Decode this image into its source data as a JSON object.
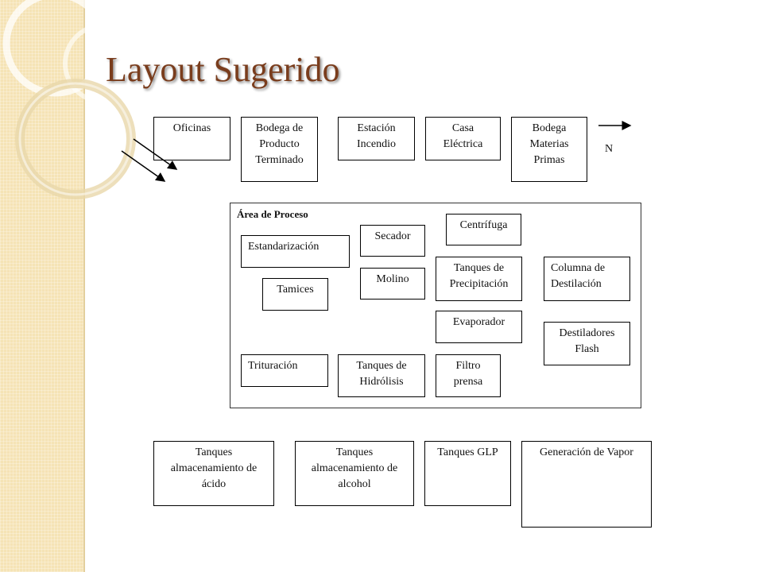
{
  "title": "Layout Sugerido",
  "compass": {
    "north_label": "N"
  },
  "top_row": {
    "oficinas": "Oficinas",
    "bodega_producto": "Bodega de\nProducto\nTerminado",
    "estacion_incendio": "Estación\nIncendio",
    "casa_electrica": "Casa\nEléctrica",
    "bodega_materias": "Bodega\nMaterias\nPrimas"
  },
  "process_area": {
    "label": "Área de Proceso",
    "estandarizacion": "Estandarización",
    "tamices": "Tamices",
    "trituracion": "Trituración",
    "secador": "Secador",
    "molino": "Molino",
    "tanques_hidrolisis": "Tanques de\nHidrólisis",
    "centrifuga": "Centrífuga",
    "tanques_precipitacion": "Tanques de\nPrecipitación",
    "evaporador": "Evaporador",
    "filtro_prensa": "Filtro\nprensa",
    "columna_destilacion": "Columna de\nDestilación",
    "destiladores_flash": "Destiladores\nFlash"
  },
  "bottom_row": {
    "tanques_acido": "Tanques\nalmacenamiento de\nácido",
    "tanques_alcohol": "Tanques\nalmacenamiento de\nalcohol",
    "tanques_glp": "Tanques GLP",
    "generacion_vapor": "Generación de Vapor"
  }
}
